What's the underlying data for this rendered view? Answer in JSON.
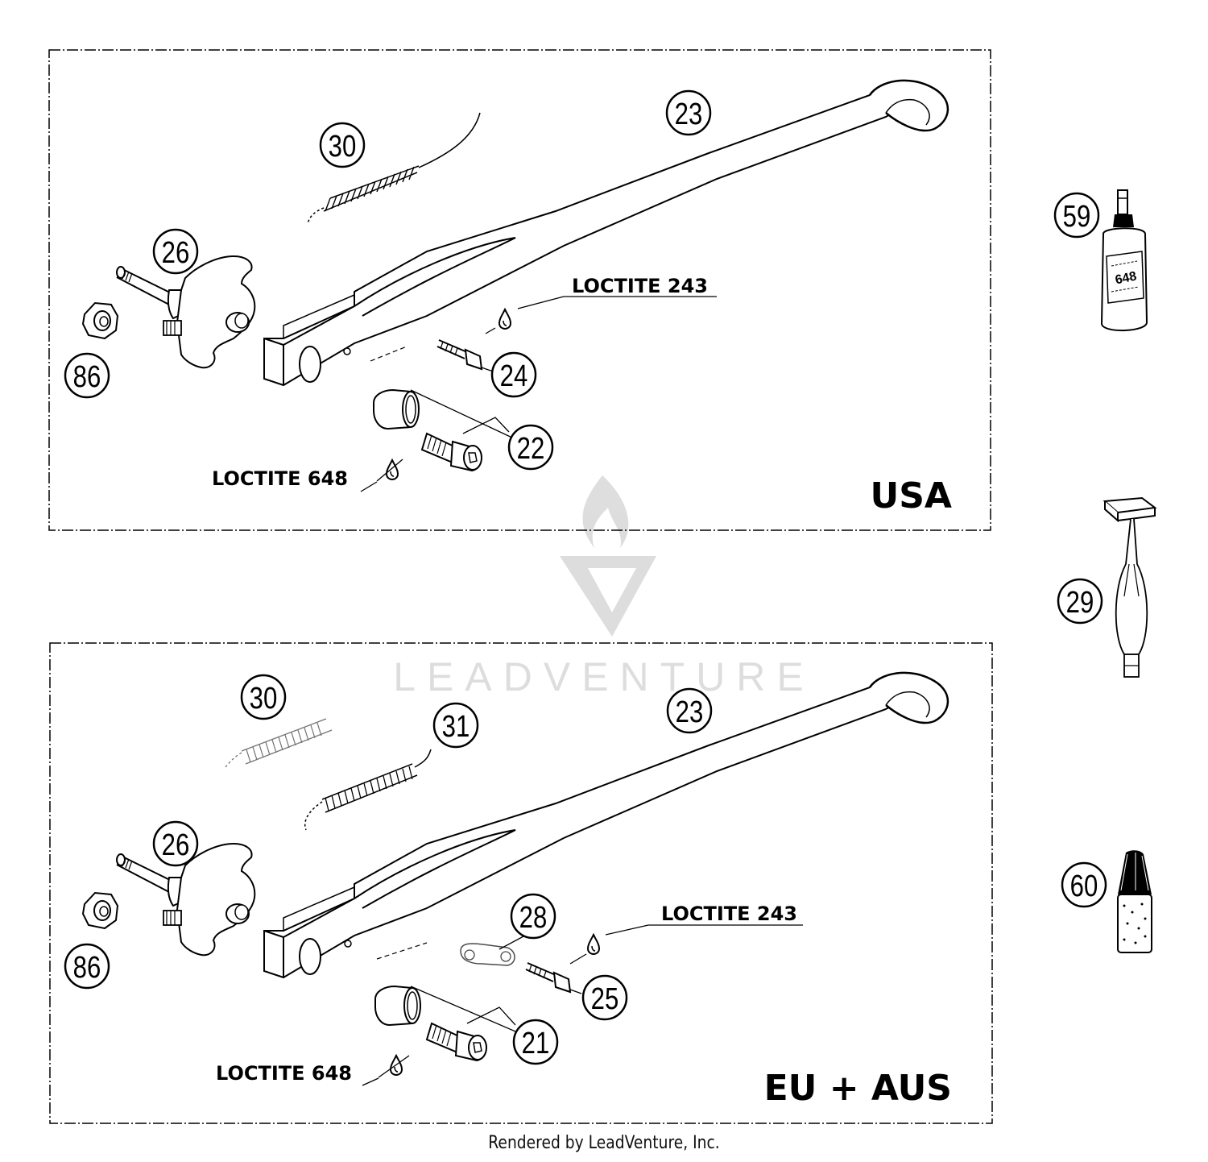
{
  "panels": {
    "usa": {
      "region": "USA",
      "callouts": {
        "c30": "30",
        "c23": "23",
        "c26": "26",
        "c86": "86",
        "c24": "24",
        "c22": "22"
      },
      "loctite_upper": "LOCTITE 243",
      "loctite_lower": "LOCTITE 648"
    },
    "eu": {
      "region": "EU + AUS",
      "callouts": {
        "c30": "30",
        "c31": "31",
        "c23": "23",
        "c26": "26",
        "c86": "86",
        "c28": "28",
        "c25": "25",
        "c21": "21"
      },
      "loctite_upper": "LOCTITE 243",
      "loctite_lower": "LOCTITE 648"
    }
  },
  "side_parts": {
    "c59": "59",
    "bottle_text": "648",
    "c29": "29",
    "c60": "60"
  },
  "watermark": "LEADVENTURE",
  "footer": "Rendered by LeadVenture, Inc."
}
